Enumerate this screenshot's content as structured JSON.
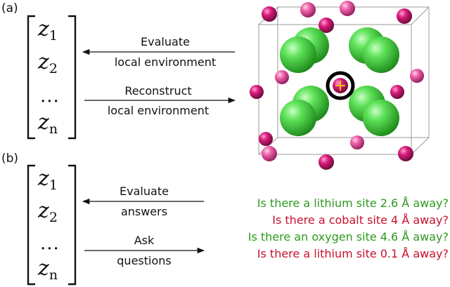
{
  "panel_a": {
    "label": "(a)",
    "vector": [
      "z",
      "1",
      "z",
      "2",
      "...",
      "z",
      "n"
    ],
    "evaluate": {
      "line1": "Evaluate",
      "line2": "local environment"
    },
    "reconstruct": {
      "line1": "Reconstruct",
      "line2": "local environment"
    }
  },
  "panel_b": {
    "label": "(b)",
    "vector": [
      "z",
      "1",
      "z",
      "2",
      "...",
      "z",
      "n"
    ],
    "evaluate": {
      "line1": "Evaluate",
      "line2": "answers"
    },
    "ask": {
      "line1": "Ask",
      "line2": "questions"
    },
    "questions": [
      {
        "text": "Is there a lithium site 2.6 Å away?",
        "color": "#2e9a1e"
      },
      {
        "text": "Is there a cobalt site 4 Å away?",
        "color": "#c8102e"
      },
      {
        "text": "Is there an oxygen site 4.6 Å away?",
        "color": "#2e9a1e"
      },
      {
        "text": "Is there a lithium site 0.1 Å away?",
        "color": "#c8102e"
      }
    ]
  },
  "colors": {
    "lithium": "#4ed84a",
    "oxygen": "#d81b7a",
    "cobalt_light": "#ec5fa8",
    "center_marker": "#e33b6b",
    "question_green": "#2e9a1e",
    "question_red": "#c8102e"
  }
}
